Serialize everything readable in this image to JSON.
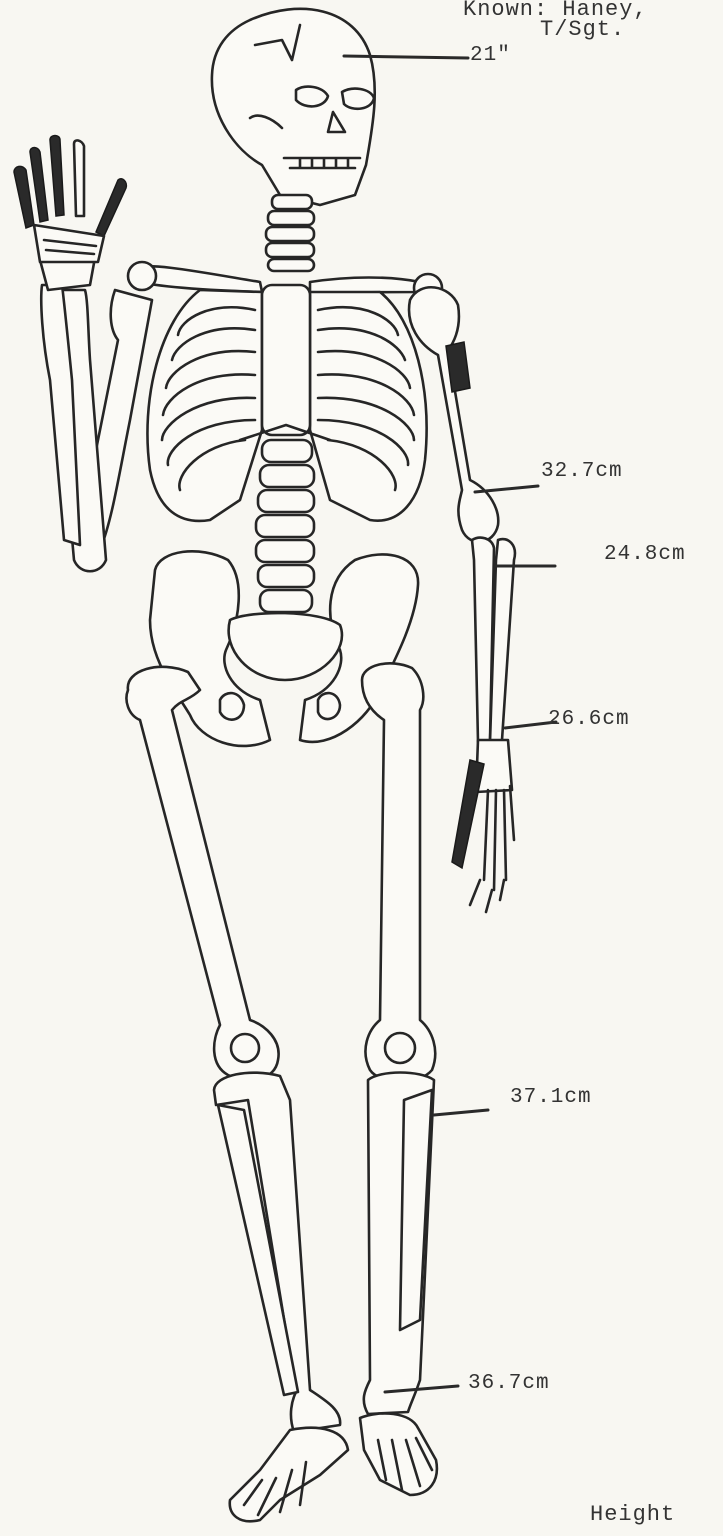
{
  "header": {
    "line1": "Known: Haney,",
    "line2": "T/Sgt."
  },
  "measurements": {
    "skull": "21\"",
    "humerus": "32.7cm",
    "radius": "24.8cm",
    "ulna": "26.6cm",
    "tibia": "37.1cm",
    "fibula": "36.7cm"
  },
  "footer": {
    "height_label": "Height"
  }
}
